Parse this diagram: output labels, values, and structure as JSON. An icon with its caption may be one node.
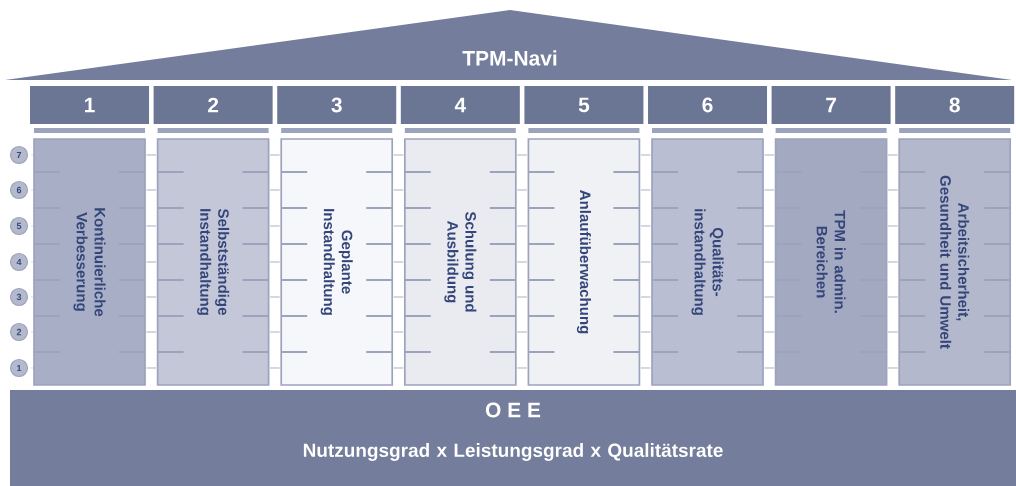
{
  "diagram": {
    "nodes": [
      {
        "text": [
          "TPM-Navi"
        ]
      },
      {
        "text": [
          "1"
        ]
      },
      {
        "text": [
          "2"
        ]
      },
      {
        "text": [
          "3"
        ]
      },
      {
        "text": [
          "4"
        ]
      },
      {
        "text": [
          "5"
        ]
      },
      {
        "text": [
          "6"
        ]
      },
      {
        "text": [
          "7"
        ]
      },
      {
        "text": [
          "8"
        ]
      },
      {
        "text": [
          "7"
        ]
      },
      {
        "text": [
          "6"
        ]
      },
      {
        "text": [
          "5"
        ]
      },
      {
        "text": [
          "4"
        ]
      },
      {
        "text": [
          "3"
        ]
      },
      {
        "text": [
          "2"
        ]
      },
      {
        "text": [
          "1"
        ]
      },
      {
        "text": [
          "Kontinuierliche Verbesserung"
        ]
      },
      {
        "text": [
          "Selbstständige Instandhaltung"
        ]
      },
      {
        "text": [
          "Geplante Instandhaltung"
        ]
      },
      {
        "text": [
          "Schulung und Ausbildung"
        ]
      },
      {
        "text": [
          "Anlaufüberwachung"
        ]
      },
      {
        "text": [
          "Qualitäts- instandhaltung"
        ]
      },
      {
        "text": [
          "TPM in admin. Bereichen"
        ]
      },
      {
        "text": [
          "Arbeitsicherheit, Gesundheit und Umwelt"
        ]
      },
      {
        "text": [
          "O E E",
          "Nutzungsgrad x Leistungsgrad x Qualitätsrate"
        ]
      }
    ],
    "edges": []
  }
}
